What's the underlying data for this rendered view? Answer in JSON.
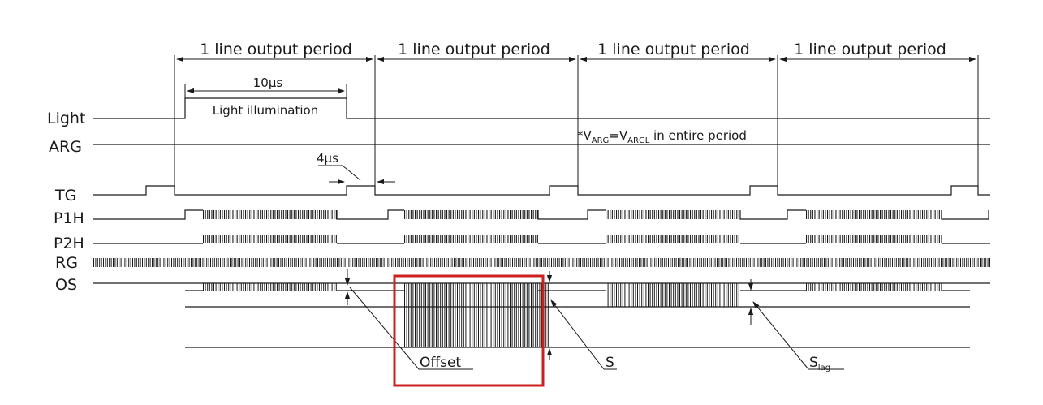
{
  "periods": [
    {
      "label": "1 line output period"
    },
    {
      "label": "1 line output period"
    },
    {
      "label": "1 line output period"
    },
    {
      "label": "1 line output period"
    }
  ],
  "signals": [
    "Light",
    "ARG",
    "TG",
    "P1H",
    "P2H",
    "RG",
    "OS"
  ],
  "annotations": {
    "ten_us": "10μs",
    "light_illumination": "Light illumination",
    "four_us": "4μs",
    "varg_note": {
      "star": "*V",
      "sub1": "ARG",
      "eq": "=V",
      "sub2": "ARGL",
      "tail": " in entire period"
    },
    "offset": "Offset",
    "s": "S",
    "slag_base": "S",
    "slag_sub": "lag"
  },
  "colors": {
    "line": "#1a1a1a",
    "highlight_box": "#cc1f1f"
  }
}
